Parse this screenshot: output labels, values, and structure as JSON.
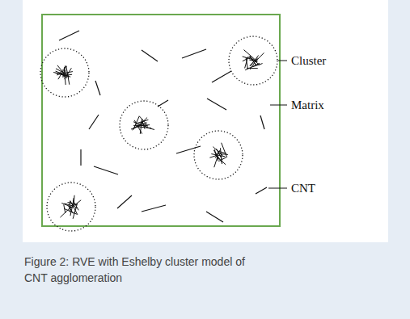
{
  "diagram": {
    "caption": "Figure 2: RVE with Eshelby cluster model of CNT agglomeration",
    "labels": [
      "Cluster",
      "Matrix",
      "CNT"
    ]
  }
}
